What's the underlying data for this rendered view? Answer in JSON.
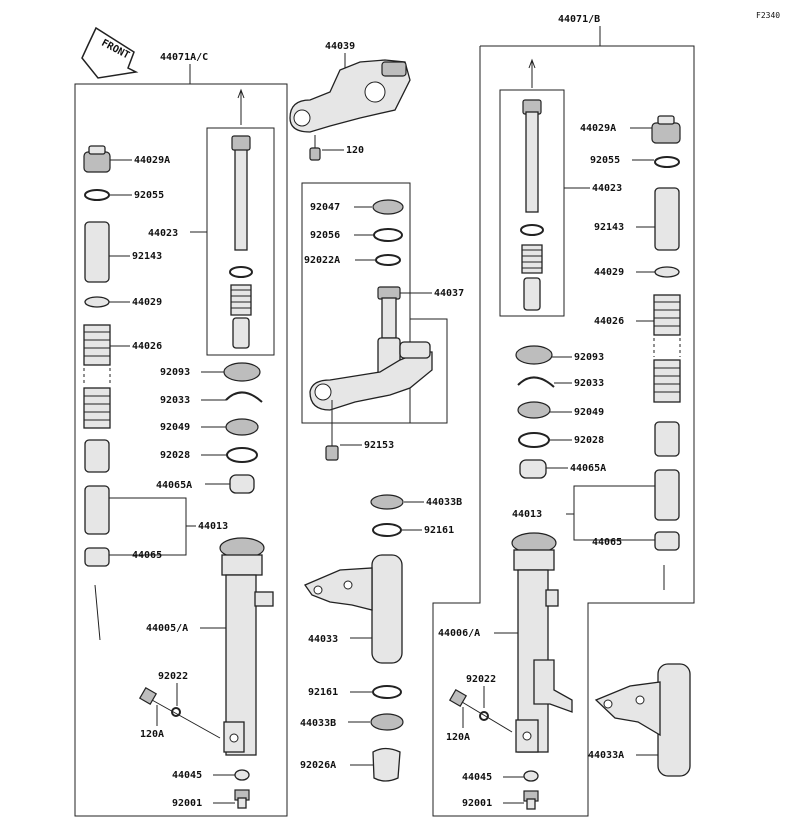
{
  "figure_code": "F2340",
  "front_label": "FRONT",
  "assembly_left": "44071A/C",
  "assembly_right": "44071/B",
  "labels": {
    "l_44029A": "44029A",
    "l_92055": "92055",
    "l_44023": "44023",
    "l_92143": "92143",
    "l_44029": "44029",
    "l_44026": "44026",
    "l_92093": "92093",
    "l_92033": "92033",
    "l_92049": "92049",
    "l_92028": "92028",
    "l_44065A": "44065A",
    "l_44013": "44013",
    "l_44065": "44065",
    "l_44005A": "44005/A",
    "l_92022": "92022",
    "l_120A": "120A",
    "l_44045": "44045",
    "l_92001": "92001",
    "c_44039": "44039",
    "c_120": "120",
    "c_92047": "92047",
    "c_92056": "92056",
    "c_92022A": "92022A",
    "c_44037": "44037",
    "c_92153": "92153",
    "c_44033B_top": "44033B",
    "c_92161_top": "92161",
    "c_44033": "44033",
    "c_92161_bot": "92161",
    "c_44033B_bot": "44033B",
    "c_92026A": "92026A",
    "r_44029A": "44029A",
    "r_92055": "92055",
    "r_44023": "44023",
    "r_92143": "92143",
    "r_44029": "44029",
    "r_44026": "44026",
    "r_92093": "92093",
    "r_92033": "92033",
    "r_92049": "92049",
    "r_92028": "92028",
    "r_44065A": "44065A",
    "r_44013": "44013",
    "r_44065": "44065",
    "r_44006A": "44006/A",
    "r_92022": "92022",
    "r_120A": "120A",
    "r_44045": "44045",
    "r_92001": "92001",
    "r_44033A": "44033A"
  }
}
